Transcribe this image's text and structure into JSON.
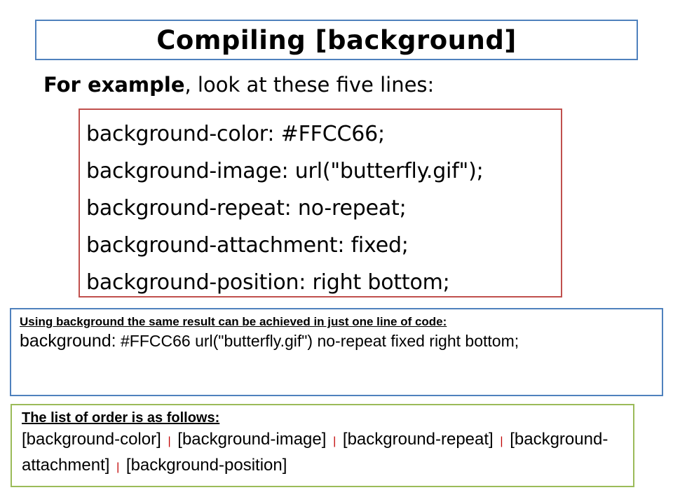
{
  "title": "Compiling [background]",
  "intro": {
    "bold": "For example",
    "rest": ", look at these five lines:"
  },
  "code_lines": [
    "background-color: #FFCC66;",
    "background-image: url(\"butterfly.gif\");",
    "background-repeat: no-repeat;",
    "background-attachment: fixed;",
    "background-position: right bottom;"
  ],
  "shorthand_note": {
    "heading": "Using background the same result can be achieved in just one line of code:",
    "keyword": "background:",
    "value": " #FFCC66 url(\"butterfly.gif\") no-repeat fixed right bottom;"
  },
  "order_note": {
    "heading": "The list of order is as follows:",
    "separator": "|",
    "items": [
      "[background-color]",
      "[background-image]",
      "[background-repeat]",
      "[background-attachment]",
      "[background-position]"
    ]
  },
  "colors": {
    "title_border": "#4f81bd",
    "code_border": "#c0504d",
    "order_border": "#9bbb59",
    "separator": "#c00000"
  }
}
